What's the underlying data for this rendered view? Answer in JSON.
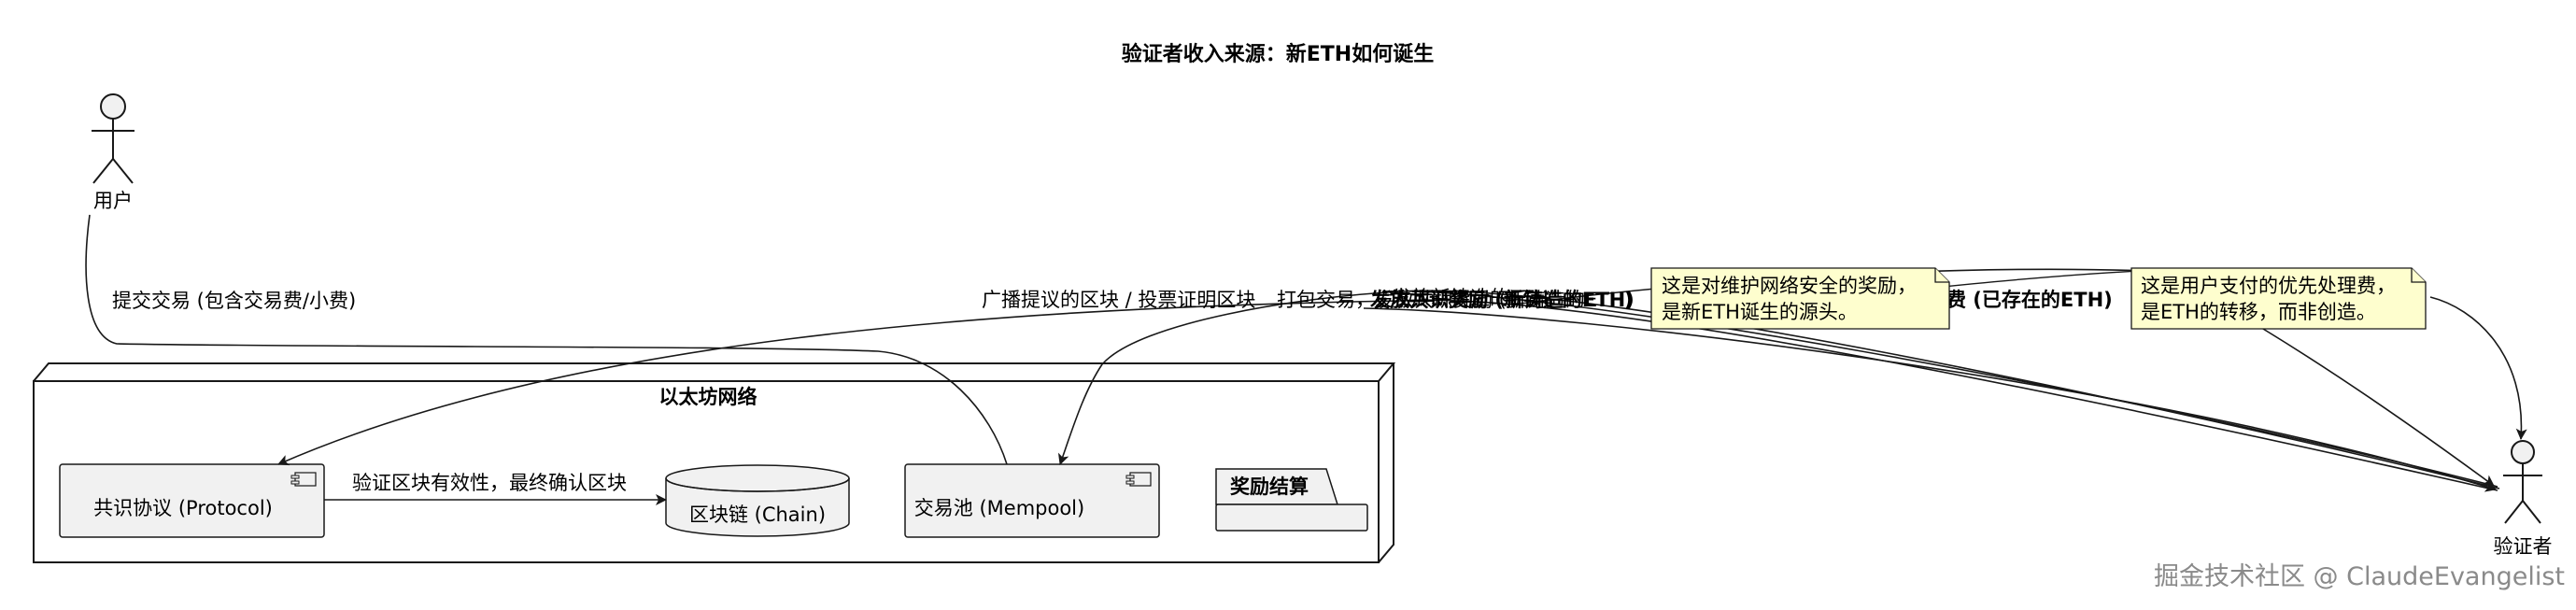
{
  "title": "验证者收入来源：新ETH如何诞生",
  "actors": {
    "user": "用户",
    "validator": "验证者"
  },
  "network": {
    "label": "以太坊网络",
    "protocol": "共识协议 (Protocol)",
    "chain": "区块链 (Chain)",
    "mempool": "交易池 (Mempool)",
    "settlement": "奖励结算"
  },
  "edges": {
    "submit_tx": "提交交易 (包含交易费/小费)",
    "validate": "验证区块有效性，最终确认区块",
    "broadcast": "广播提议的区块 / 投票证明区块",
    "pack_tx": "打包交易，发放共识奖励 (新铸造的ETH)",
    "overlap_a": "发放共识奖励 (新铸造的ETH)",
    "overlap_b": "发放新铸造的ETH",
    "tips": "支付交易小费 (已存在的ETH)"
  },
  "notes": {
    "reward": [
      "这是对维护网络安全的奖励，",
      "是新ETH诞生的源头。"
    ],
    "fee": [
      "这是用户支付的优先处理费，",
      "是ETH的转移，而非创造。"
    ]
  },
  "watermark": "掘金技术社区 @ ClaudeEvangelist",
  "colors": {
    "node_fill": "#f1f1f1",
    "note_fill": "#fefece",
    "stroke": "#181818"
  }
}
